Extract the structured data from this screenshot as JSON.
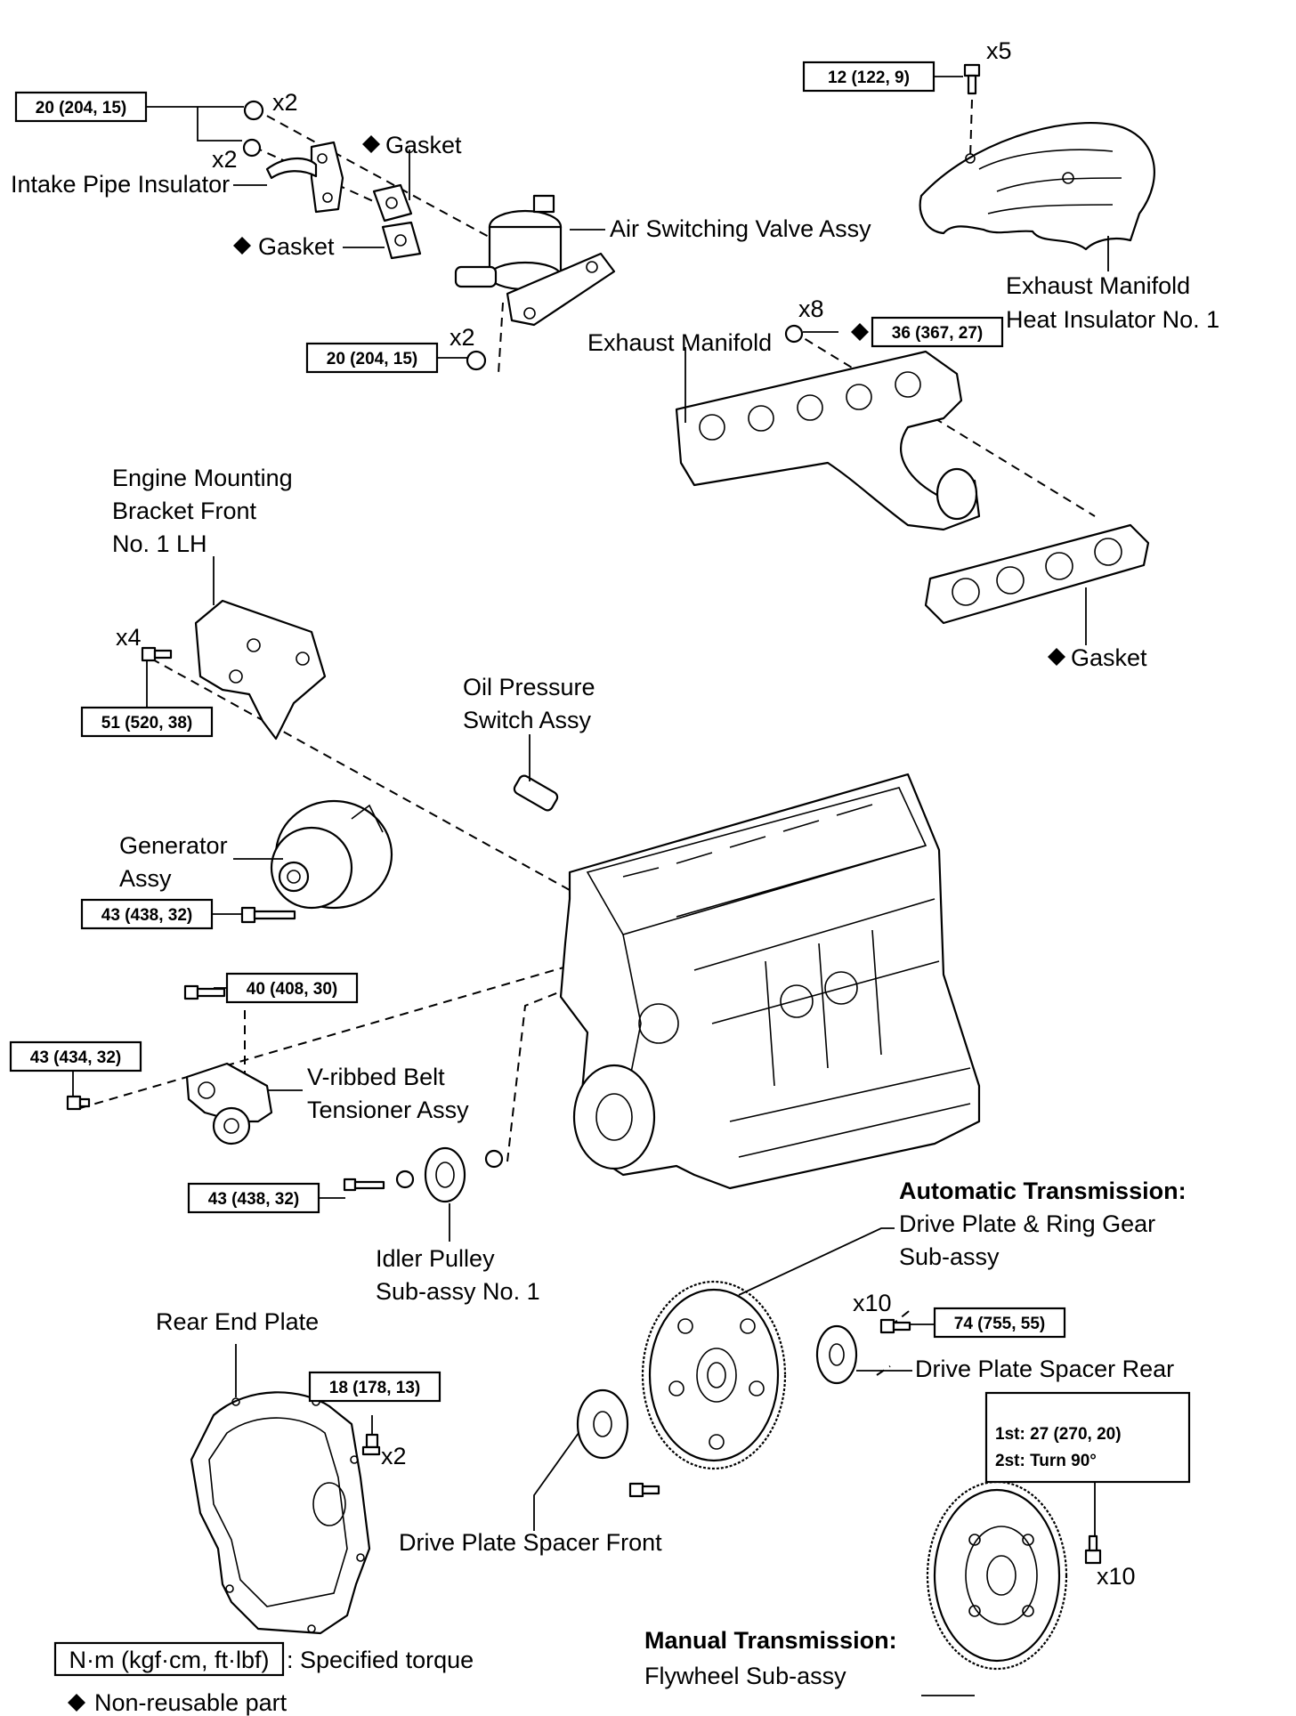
{
  "labels": {
    "intake_pipe_insulator": "Intake Pipe Insulator",
    "gasket": "Gasket",
    "air_switching_valve": "Air Switching Valve Assy",
    "exhaust_manifold_heat_insulator_1": "Exhaust Manifold",
    "exhaust_manifold_heat_insulator_2": "Heat Insulator No. 1",
    "exhaust_manifold": "Exhaust Manifold",
    "engine_mounting_1": "Engine Mounting",
    "engine_mounting_2": "Bracket Front",
    "engine_mounting_3": "No. 1 LH",
    "oil_pressure_1": "Oil Pressure",
    "oil_pressure_2": "Switch Assy",
    "generator_1": "Generator",
    "generator_2": "Assy",
    "vribbed_1": "V-ribbed  Belt",
    "vribbed_2": "Tensioner Assy",
    "idler_1": "Idler Pulley",
    "idler_2": "Sub-assy No. 1",
    "auto_trans": "Automatic Transmission:",
    "drive_plate_1": "Drive Plate & Ring Gear",
    "drive_plate_2": "Sub-assy",
    "rear_end_plate": "Rear End Plate",
    "drive_plate_spacer_rear": "Drive Plate Spacer Rear",
    "drive_plate_spacer_front": "Drive Plate Spacer Front",
    "manual_trans": "Manual Transmission:",
    "flywheel": "Flywheel  Sub-assy"
  },
  "multipliers": {
    "x5": "x5",
    "x2": "x2",
    "x8": "x8",
    "x4": "x4",
    "x10": "x10"
  },
  "torques": {
    "t_12": "12 (122, 9)",
    "t_20": "20 (204, 15)",
    "t_36": "36 (367, 27)",
    "t_51": "51 (520, 38)",
    "t_43a": "43 (438, 32)",
    "t_40": "40 (408, 30)",
    "t_43b": "43 (434, 32)",
    "t_18": "18 (178, 13)",
    "t_74": "74 (755, 55)",
    "flywheel_1": "1st: 27 (270, 20)",
    "flywheel_2": "2st: Turn 90°"
  },
  "legend": {
    "torque_unit": "N·m (kgf·cm, ft·lbf)",
    "torque_desc": ": Specified torque",
    "nonreusable": "Non-reusable part"
  }
}
